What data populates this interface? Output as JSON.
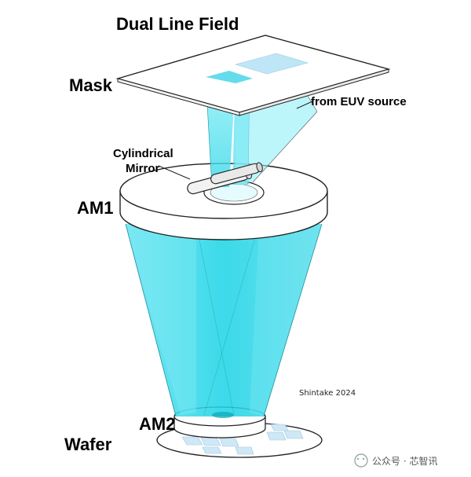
{
  "diagram": {
    "title": "Dual Line Field",
    "labels": {
      "mask": "Mask",
      "euv_source": "from EUV source",
      "cyl_mirror_line1": "Cylindrical",
      "cyl_mirror_line2": "Mirror",
      "am1": "AM1",
      "am2": "AM2",
      "wafer": "Wafer"
    },
    "signature": "Shintake 2024",
    "watermark": "公众号 · 芯智讯"
  },
  "colors": {
    "beam": "#19d3e6",
    "beam_light": "#8ff0f7",
    "stroke": "#222222",
    "mask_window": "#bfe6f7",
    "wafer_die": "#cfe8f6"
  }
}
